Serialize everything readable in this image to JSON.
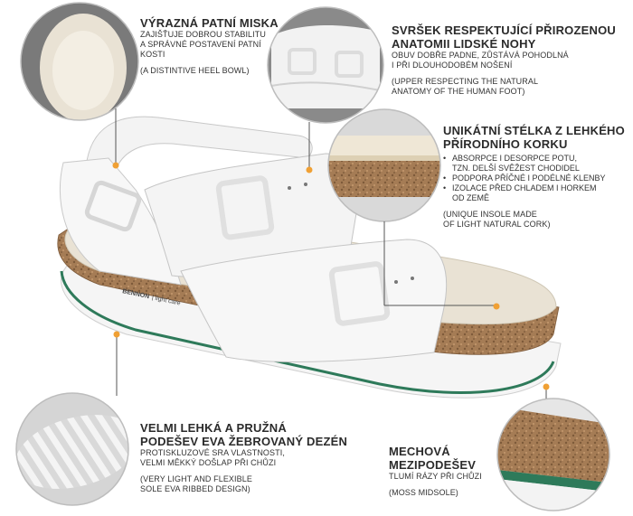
{
  "heel": {
    "title": "VÝRAZNÁ PATNÍ MISKA",
    "desc": [
      "ZAJIŠŤUJE DOBROU STABILITU",
      "A SPRÁVNÉ POSTAVENÍ PATNÍ",
      "KOSTI"
    ],
    "en": "(A DISTINTIVE HEEL BOWL)"
  },
  "upper": {
    "title": [
      "SVRŠEK RESPEKTUJÍCÍ PŘIROZENOU",
      "ANATOMII LIDSKÉ NOHY"
    ],
    "desc": [
      "OBUV DOBŘE PADNE, ZŮSTÁVÁ POHODLNÁ",
      "I PŘI DLOUHODOBÉM NOŠENÍ"
    ],
    "en": [
      "(UPPER RESPECTING THE NATURAL",
      "ANATOMY OF THE HUMAN FOOT)"
    ]
  },
  "insole": {
    "title": [
      "UNIKÁTNÍ STÉLKA Z LEHKÉHO",
      "PŘÍRODNÍHO KORKU"
    ],
    "bullets": [
      [
        "ABSORPCE I DESORPCE POTU,",
        "TZN. DELŠÍ SVĚŽEST CHODIDEL"
      ],
      [
        "PODPORA PŘÍČNÉ I PODÉLNÉ KLENBY"
      ],
      [
        "IZOLACE PŘED CHLADEM I HORKEM",
        "OD ZEMĚ"
      ]
    ],
    "en": [
      "(UNIQUE INSOLE MADE",
      "OF LIGHT NATURAL CORK)"
    ]
  },
  "sole": {
    "title": [
      "VELMI LEHKÁ A PRUŽNÁ",
      "PODEŠEV EVA ŽEBROVANÝ DEZÉN"
    ],
    "desc": [
      "PROTISKLUZOVÉ SRA VLASTNOSTI,",
      "VELMI MĚKKÝ DOŠLAP PŘI CHŮZI"
    ],
    "en": [
      "(VERY LIGHT AND FLEXIBLE",
      "SOLE EVA RIBBED DESIGN)"
    ]
  },
  "midsole": {
    "title": [
      "MECHOVÁ",
      "MEZIPODEŠEV"
    ],
    "desc": "TLUMÍ RÁZY PŘI CHŮZI",
    "en": "(MOSS MIDSOLE)"
  },
  "brand": {
    "name": "BENNON",
    "sub": "| light care"
  },
  "colors": {
    "accent": "#f0a034",
    "cork": "#a57c55",
    "sole_green": "#2e7a5a",
    "text": "#2b2b2b"
  }
}
